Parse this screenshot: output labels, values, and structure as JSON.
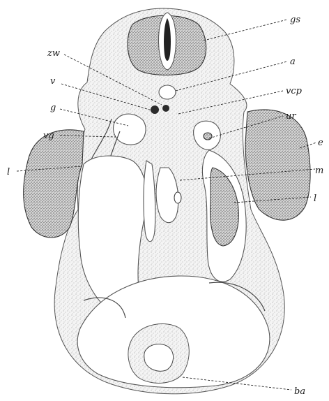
{
  "labels": {
    "gs": "gs",
    "a": "a",
    "zw": "zw",
    "v": "v",
    "vcp": "vcp",
    "g": "g",
    "ur": "ur",
    "vg": "vg",
    "e": "e",
    "l_left": "l",
    "m": "m",
    "l_right": "l",
    "ba": "ba"
  },
  "colors": {
    "ink": "#222222",
    "tissue_light": "#bdbdbd",
    "tissue_dense": "#6b6b6b",
    "background": "#ffffff"
  }
}
